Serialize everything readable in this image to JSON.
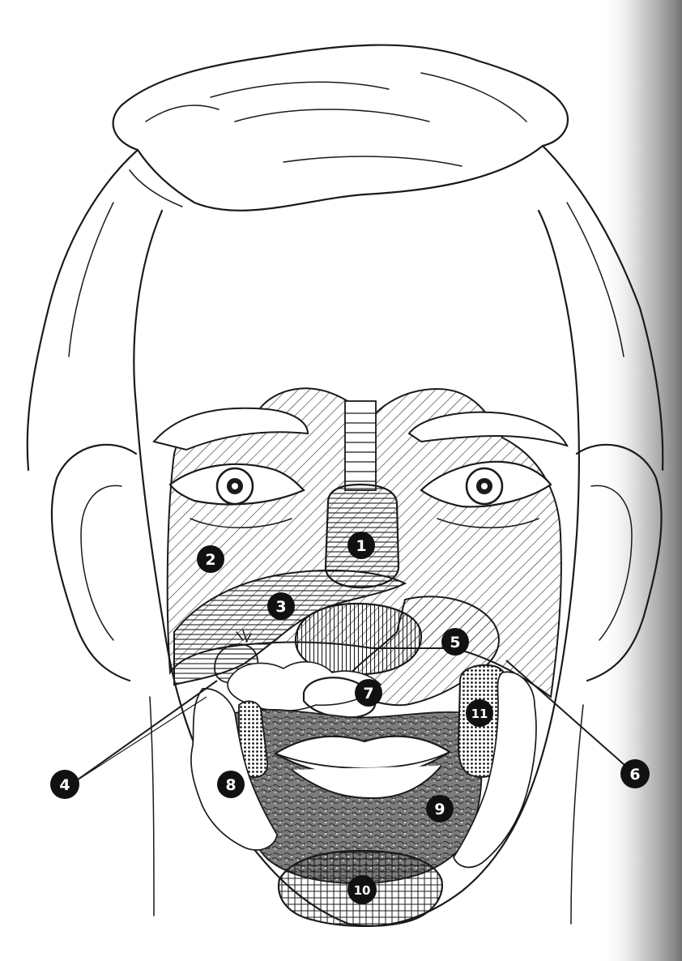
{
  "figure": {
    "labels": [
      {
        "id": "1",
        "text": "1"
      },
      {
        "id": "2",
        "text": "2"
      },
      {
        "id": "3",
        "text": "3"
      },
      {
        "id": "4",
        "text": "4"
      },
      {
        "id": "5",
        "text": "5"
      },
      {
        "id": "6",
        "text": "6"
      },
      {
        "id": "7",
        "text": "7"
      },
      {
        "id": "8",
        "text": "8"
      },
      {
        "id": "9",
        "text": "9"
      },
      {
        "id": "10",
        "text": "10"
      },
      {
        "id": "11",
        "text": "11"
      }
    ]
  },
  "colors": {
    "ink": "#1a1a1a",
    "paper": "#ffffff",
    "badge_fill": "#111111",
    "badge_text": "#ffffff",
    "stubble": "#8a8a8a"
  }
}
